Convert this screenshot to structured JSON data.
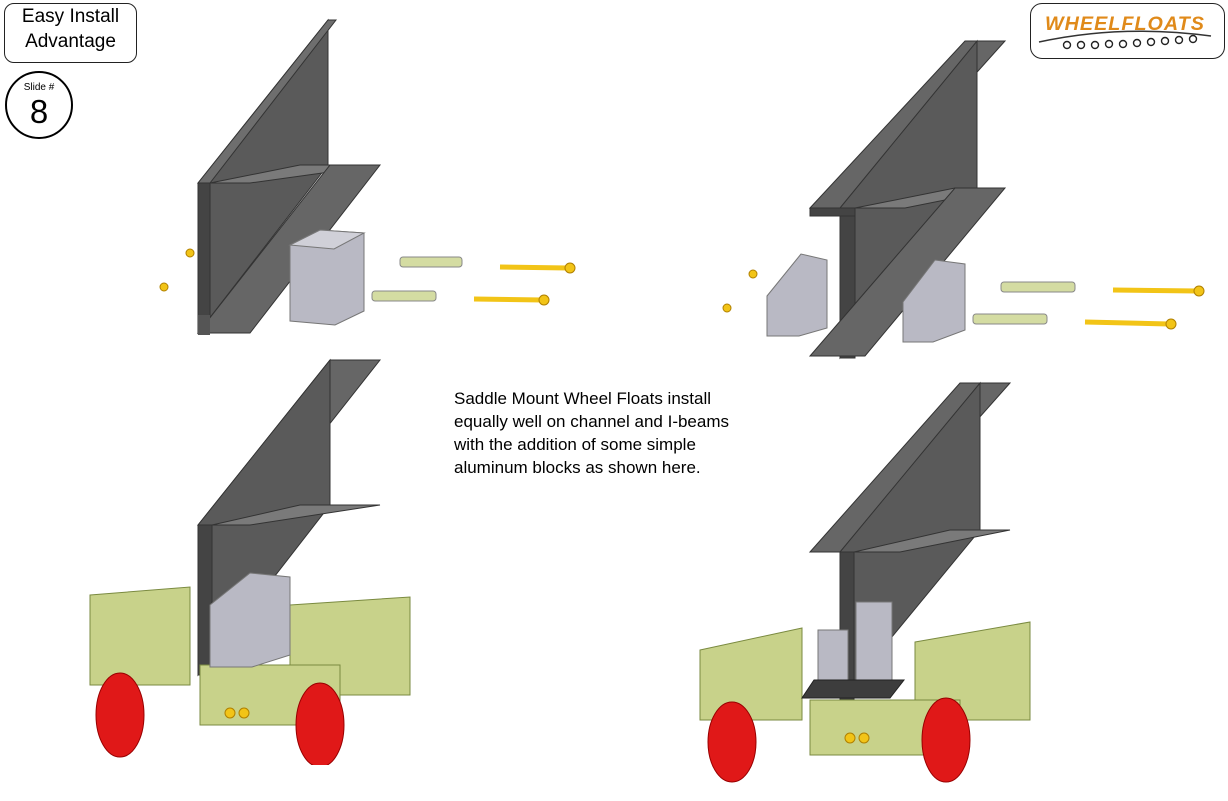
{
  "header": {
    "title_line1": "Easy Install",
    "title_line2": "Advantage"
  },
  "slide": {
    "label": "Slide #",
    "number": "8"
  },
  "logo": {
    "text": "WHEELFLOATS"
  },
  "caption": {
    "line1": "Saddle Mount Wheel Floats install",
    "line2": "equally well on channel and I-beams",
    "line3": "with the addition of some simple",
    "line4": "aluminum blocks as shown here."
  },
  "colors": {
    "beam": "#555555",
    "beam_light": "#7a7a7a",
    "block": "#b9b9c4",
    "frame": "#c8d28a",
    "wheel": "#e01818",
    "bolt": "#f2c417"
  }
}
